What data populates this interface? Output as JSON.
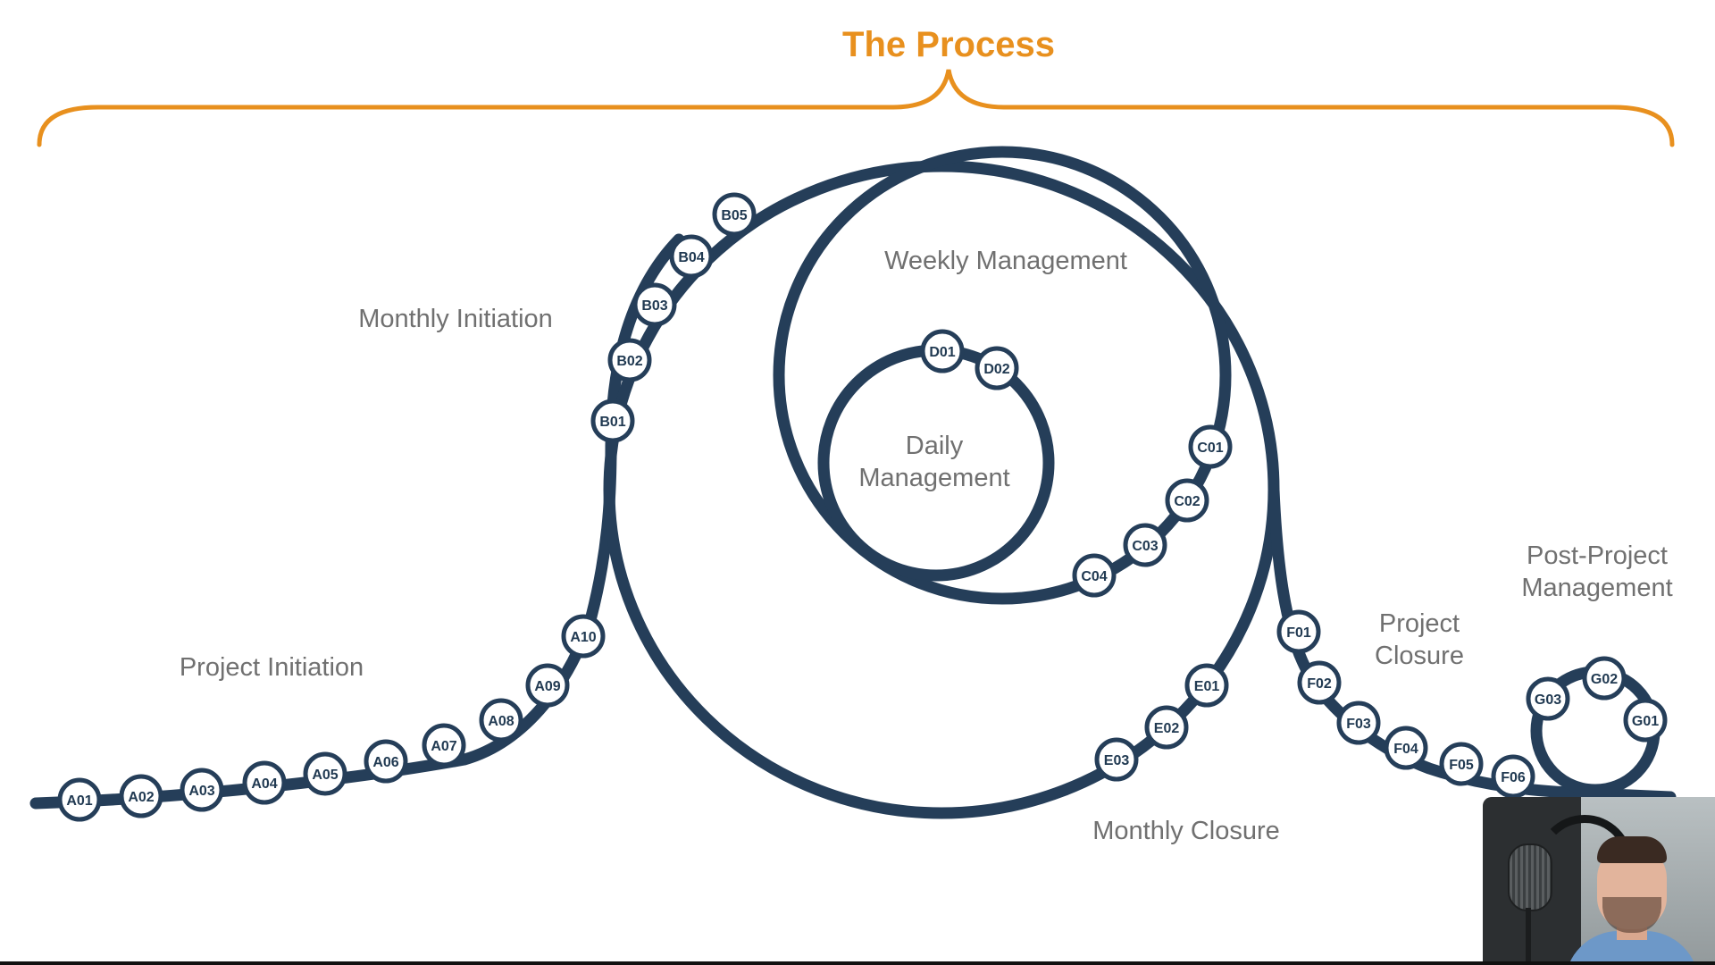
{
  "title": "The Process",
  "colors": {
    "accent": "#E8901E",
    "path": "#253E59",
    "label": "#707070"
  },
  "phases": {
    "project_initiation": "Project Initiation",
    "monthly_initiation": "Monthly Initiation",
    "weekly_management": "Weekly Management",
    "daily_management_line1": "Daily",
    "daily_management_line2": "Management",
    "monthly_closure": "Monthly Closure",
    "project_closure_line1": "Project",
    "project_closure_line2": "Closure",
    "post_project_line1": "Post-Project",
    "post_project_line2": "Management"
  },
  "steps": {
    "A": [
      "A01",
      "A02",
      "A03",
      "A04",
      "A05",
      "A06",
      "A07",
      "A08",
      "A09",
      "A10"
    ],
    "B": [
      "B01",
      "B02",
      "B03",
      "B04",
      "B05"
    ],
    "C": [
      "C01",
      "C02",
      "C03",
      "C04"
    ],
    "D": [
      "D01",
      "D02"
    ],
    "E": [
      "E01",
      "E02",
      "E03"
    ],
    "F": [
      "F01",
      "F02",
      "F03",
      "F04",
      "F05",
      "F06"
    ],
    "G": [
      "G01",
      "G02",
      "G03"
    ]
  },
  "webcam": {
    "icon": "webcam-video-overlay"
  }
}
